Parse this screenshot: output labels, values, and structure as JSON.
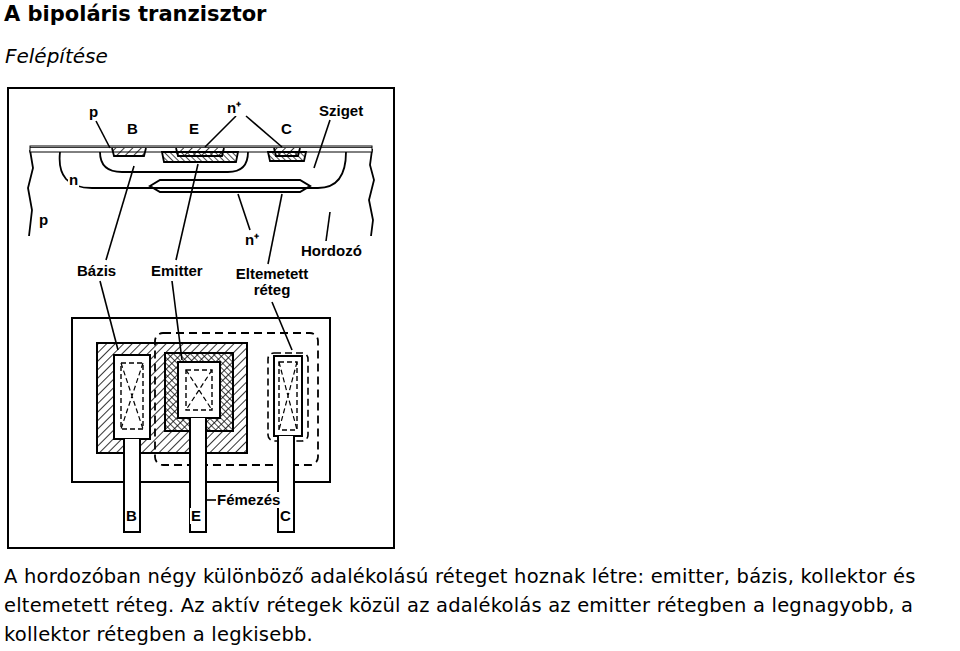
{
  "diagram": {
    "title": "A bipoláris tranzisztor",
    "caption": "A hordozóban négy különböző adalékolású réteget hoznak létre: emitter, bázis, kollektor és eltemetett réteg. Az aktív rétegek közül az adalékolás az emitter rétegben a legnagyobb, a kollektor rétegben a legkisebb.",
    "labels": [
      "Felépítése",
      "p",
      "B",
      "E",
      "n⁺",
      "C",
      "Sziget",
      "n",
      "p",
      "n⁺",
      "Hordozó",
      "Bázis",
      "Emitter",
      "Eltemetett réteg",
      "B",
      "E",
      "Fémezés",
      "C"
    ]
  }
}
